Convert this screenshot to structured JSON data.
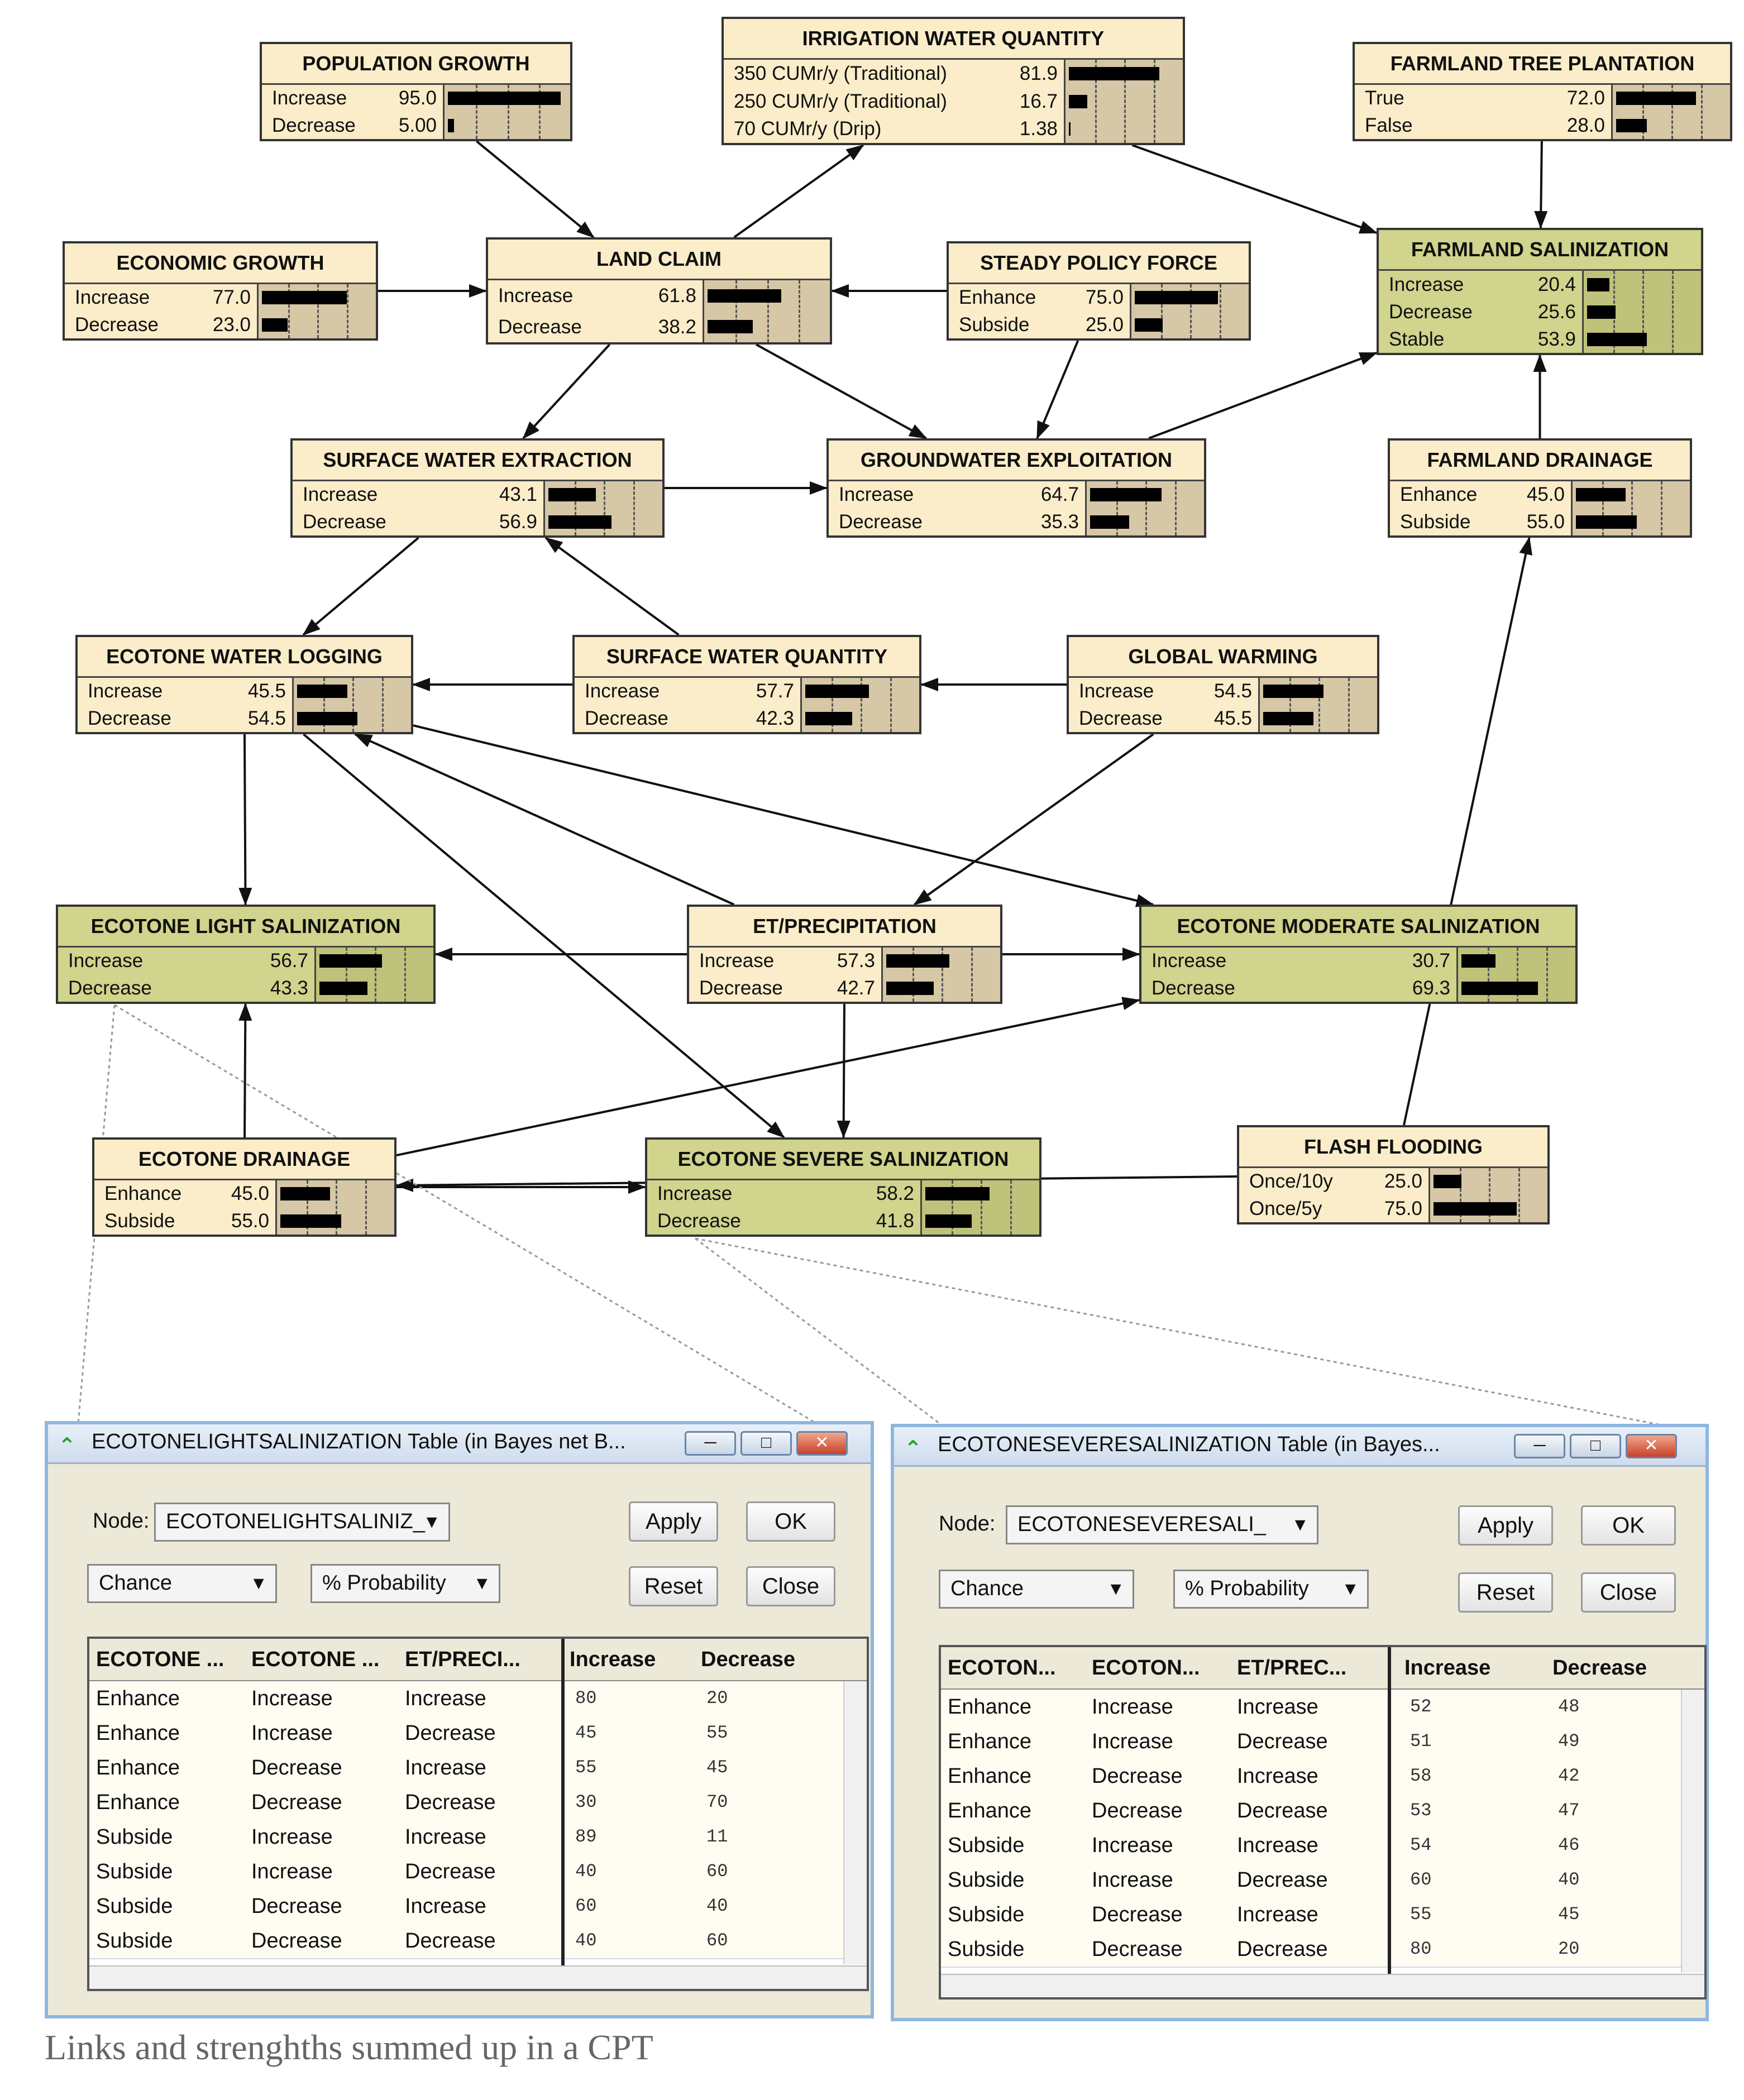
{
  "nodes": [
    {
      "id": "population-growth",
      "title": "POPULATION GROWTH",
      "color": "#fbedc9",
      "states": [
        {
          "label": "Increase",
          "value": "95.0",
          "p": 95.0
        },
        {
          "label": "Decrease",
          "value": "5.00",
          "p": 5.0
        }
      ]
    },
    {
      "id": "irrigation-water-quantity",
      "title": "IRRIGATION WATER QUANTITY",
      "color": "#fbedc9",
      "states": [
        {
          "label": "350 CUMr/y (Traditional)",
          "value": "81.9",
          "p": 81.9
        },
        {
          "label": "250 CUMr/y (Traditional)",
          "value": "16.7",
          "p": 16.7
        },
        {
          "label": "70   CUMr/y (Drip)",
          "value": "1.38",
          "p": 1.38
        }
      ]
    },
    {
      "id": "farmland-tree-plantation",
      "title": "FARMLAND TREE PLANTATION",
      "color": "#fbedc9",
      "states": [
        {
          "label": "True",
          "value": "72.0",
          "p": 72.0
        },
        {
          "label": "False",
          "value": "28.0",
          "p": 28.0
        }
      ]
    },
    {
      "id": "economic-growth",
      "title": "ECONOMIC GROWTH",
      "color": "#fbedc9",
      "states": [
        {
          "label": "Increase",
          "value": "77.0",
          "p": 77.0
        },
        {
          "label": "Decrease",
          "value": "23.0",
          "p": 23.0
        }
      ]
    },
    {
      "id": "land-claim",
      "title": "LAND CLAIM",
      "color": "#fbedc9",
      "states": [
        {
          "label": "Increase",
          "value": "61.8",
          "p": 61.8
        },
        {
          "label": "Decrease",
          "value": "38.2",
          "p": 38.2
        }
      ]
    },
    {
      "id": "steady-policy-force",
      "title": "STEADY POLICY FORCE",
      "color": "#fbedc9",
      "states": [
        {
          "label": "Enhance",
          "value": "75.0",
          "p": 75.0
        },
        {
          "label": "Subside",
          "value": "25.0",
          "p": 25.0
        }
      ]
    },
    {
      "id": "farmland-salinization",
      "title": "FARMLAND SALINIZATION",
      "color": "#d0d48c",
      "states": [
        {
          "label": "Increase",
          "value": "20.4",
          "p": 20.4
        },
        {
          "label": "Decrease",
          "value": "25.6",
          "p": 25.6
        },
        {
          "label": "Stable",
          "value": "53.9",
          "p": 53.9
        }
      ]
    },
    {
      "id": "surface-water-extraction",
      "title": "SURFACE WATER EXTRACTION",
      "color": "#fbedc9",
      "states": [
        {
          "label": "Increase",
          "value": "43.1",
          "p": 43.1
        },
        {
          "label": "Decrease",
          "value": "56.9",
          "p": 56.9
        }
      ]
    },
    {
      "id": "groundwater-exploitation",
      "title": "GROUNDWATER EXPLOITATION",
      "color": "#fbedc9",
      "states": [
        {
          "label": "Increase",
          "value": "64.7",
          "p": 64.7
        },
        {
          "label": "Decrease",
          "value": "35.3",
          "p": 35.3
        }
      ]
    },
    {
      "id": "farmland-drainage",
      "title": "FARMLAND DRAINAGE",
      "color": "#fbedc9",
      "states": [
        {
          "label": "Enhance",
          "value": "45.0",
          "p": 45.0
        },
        {
          "label": "Subside",
          "value": "55.0",
          "p": 55.0
        }
      ]
    },
    {
      "id": "ecotone-water-logging",
      "title": "ECOTONE WATER LOGGING",
      "color": "#fbedc9",
      "states": [
        {
          "label": "Increase",
          "value": "45.5",
          "p": 45.5
        },
        {
          "label": "Decrease",
          "value": "54.5",
          "p": 54.5
        }
      ]
    },
    {
      "id": "surface-water-quantity",
      "title": "SURFACE WATER QUANTITY",
      "color": "#fbedc9",
      "states": [
        {
          "label": "Increase",
          "value": "57.7",
          "p": 57.7
        },
        {
          "label": "Decrease",
          "value": "42.3",
          "p": 42.3
        }
      ]
    },
    {
      "id": "global-warming",
      "title": "GLOBAL WARMING",
      "color": "#fbedc9",
      "states": [
        {
          "label": "Increase",
          "value": "54.5",
          "p": 54.5
        },
        {
          "label": "Decrease",
          "value": "45.5",
          "p": 45.5
        }
      ]
    },
    {
      "id": "ecotone-light-salinization",
      "title": "ECOTONE LIGHT SALINIZATION",
      "color": "#d0d48c",
      "states": [
        {
          "label": "Increase",
          "value": "56.7",
          "p": 56.7
        },
        {
          "label": "Decrease",
          "value": "43.3",
          "p": 43.3
        }
      ]
    },
    {
      "id": "et-precipitation",
      "title": "ET/PRECIPITATION",
      "color": "#fbedc9",
      "states": [
        {
          "label": "Increase",
          "value": "57.3",
          "p": 57.3
        },
        {
          "label": "Decrease",
          "value": "42.7",
          "p": 42.7
        }
      ]
    },
    {
      "id": "ecotone-moderate-salinization",
      "title": "ECOTONE MODERATE SALINIZATION",
      "color": "#d0d48c",
      "states": [
        {
          "label": "Increase",
          "value": "30.7",
          "p": 30.7
        },
        {
          "label": "Decrease",
          "value": "69.3",
          "p": 69.3
        }
      ]
    },
    {
      "id": "ecotone-drainage",
      "title": "ECOTONE DRAINAGE",
      "color": "#fbedc9",
      "states": [
        {
          "label": "Enhance",
          "value": "45.0",
          "p": 45.0
        },
        {
          "label": "Subside",
          "value": "55.0",
          "p": 55.0
        }
      ]
    },
    {
      "id": "ecotone-severe-salinization",
      "title": "ECOTONE SEVERE SALINIZATION",
      "color": "#d0d48c",
      "states": [
        {
          "label": "Increase",
          "value": "58.2",
          "p": 58.2
        },
        {
          "label": "Decrease",
          "value": "41.8",
          "p": 41.8
        }
      ]
    },
    {
      "id": "flash-flooding",
      "title": "FLASH FLOODING",
      "color": "#fbedc9",
      "states": [
        {
          "label": "Once/10y",
          "value": "25.0",
          "p": 25.0
        },
        {
          "label": "Once/5y",
          "value": "75.0",
          "p": 75.0
        }
      ]
    }
  ],
  "edges": [
    [
      "population-growth",
      "land-claim"
    ],
    [
      "land-claim",
      "irrigation-water-quantity"
    ],
    [
      "economic-growth",
      "land-claim"
    ],
    [
      "steady-policy-force",
      "land-claim"
    ],
    [
      "irrigation-water-quantity",
      "farmland-salinization"
    ],
    [
      "farmland-tree-plantation",
      "farmland-salinization"
    ],
    [
      "land-claim",
      "surface-water-extraction"
    ],
    [
      "land-claim",
      "groundwater-exploitation"
    ],
    [
      "steady-policy-force",
      "groundwater-exploitation"
    ],
    [
      "groundwater-exploitation",
      "farmland-salinization"
    ],
    [
      "farmland-drainage",
      "farmland-salinization"
    ],
    [
      "surface-water-extraction",
      "groundwater-exploitation"
    ],
    [
      "surface-water-extraction",
      "ecotone-water-logging"
    ],
    [
      "surface-water-quantity",
      "surface-water-extraction"
    ],
    [
      "surface-water-quantity",
      "ecotone-water-logging"
    ],
    [
      "global-warming",
      "surface-water-quantity"
    ],
    [
      "global-warming",
      "et-precipitation"
    ],
    [
      "ecotone-water-logging",
      "ecotone-light-salinization"
    ],
    [
      "ecotone-water-logging",
      "ecotone-moderate-salinization"
    ],
    [
      "ecotone-water-logging",
      "ecotone-severe-salinization"
    ],
    [
      "et-precipitation",
      "ecotone-water-logging"
    ],
    [
      "et-precipitation",
      "ecotone-light-salinization"
    ],
    [
      "et-precipitation",
      "ecotone-moderate-salinization"
    ],
    [
      "et-precipitation",
      "ecotone-severe-salinization"
    ],
    [
      "ecotone-drainage",
      "ecotone-light-salinization"
    ],
    [
      "ecotone-drainage",
      "ecotone-moderate-salinization"
    ],
    [
      "ecotone-drainage",
      "ecotone-severe-salinization"
    ],
    [
      "flash-flooding",
      "ecotone-drainage"
    ],
    [
      "flash-flooding",
      "farmland-drainage"
    ]
  ],
  "cpt_windows": [
    {
      "id": "light",
      "title": "ECOTONELIGHTSALINIZATION Table (in Bayes net B...",
      "node_label": "Node:",
      "node_value": "ECOTONELIGHTSALINIZ_",
      "mode": "Chance",
      "format": "% Probability",
      "buttons": {
        "apply": "Apply",
        "ok": "OK",
        "reset": "Reset",
        "close": "Close"
      },
      "headers": [
        "ECOTONE ...",
        "ECOTONE ...",
        "ET/PRECI...",
        "Increase",
        "Decrease"
      ],
      "rows": [
        [
          "Enhance",
          "Increase",
          "Increase",
          "80",
          "20"
        ],
        [
          "Enhance",
          "Increase",
          "Decrease",
          "45",
          "55"
        ],
        [
          "Enhance",
          "Decrease",
          "Increase",
          "55",
          "45"
        ],
        [
          "Enhance",
          "Decrease",
          "Decrease",
          "30",
          "70"
        ],
        [
          "Subside",
          "Increase",
          "Increase",
          "89",
          "11"
        ],
        [
          "Subside",
          "Increase",
          "Decrease",
          "40",
          "60"
        ],
        [
          "Subside",
          "Decrease",
          "Increase",
          "60",
          "40"
        ],
        [
          "Subside",
          "Decrease",
          "Decrease",
          "40",
          "60"
        ]
      ]
    },
    {
      "id": "severe",
      "title": "ECOTONESEVERESALINIZATION Table (in Bayes...",
      "node_label": "Node:",
      "node_value": "ECOTONESEVERESALI_",
      "mode": "Chance",
      "format": "% Probability",
      "buttons": {
        "apply": "Apply",
        "ok": "OK",
        "reset": "Reset",
        "close": "Close"
      },
      "headers": [
        "ECOTON...",
        "ECOTON...",
        "ET/PREC...",
        "Increase",
        "Decrease"
      ],
      "rows": [
        [
          "Enhance",
          "Increase",
          "Increase",
          "52",
          "48"
        ],
        [
          "Enhance",
          "Increase",
          "Decrease",
          "51",
          "49"
        ],
        [
          "Enhance",
          "Decrease",
          "Increase",
          "58",
          "42"
        ],
        [
          "Enhance",
          "Decrease",
          "Decrease",
          "53",
          "47"
        ],
        [
          "Subside",
          "Increase",
          "Increase",
          "54",
          "46"
        ],
        [
          "Subside",
          "Increase",
          "Decrease",
          "60",
          "40"
        ],
        [
          "Subside",
          "Decrease",
          "Increase",
          "55",
          "45"
        ],
        [
          "Subside",
          "Decrease",
          "Decrease",
          "80",
          "20"
        ]
      ]
    }
  ],
  "caption": "Links and strenghths summed up in a CPT"
}
